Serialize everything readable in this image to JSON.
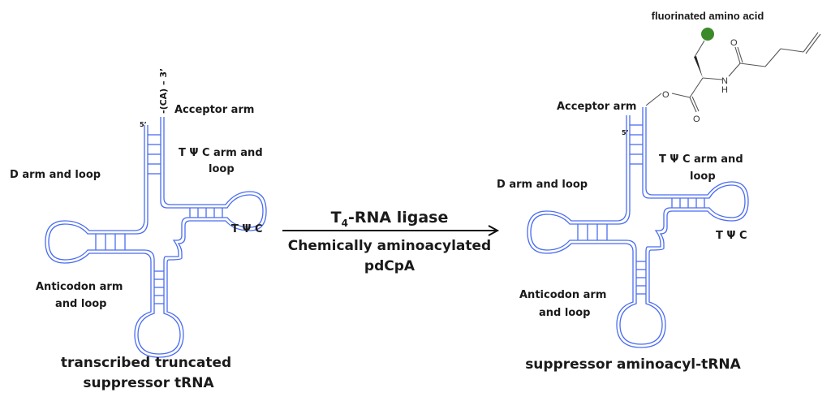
{
  "left_trna": {
    "three_prime_label": "-(CA) – 3’",
    "five_prime_label": "5’",
    "acceptor_arm": "Acceptor arm",
    "tpsic_arm_line1": "T Ψ C arm and",
    "tpsic_arm_line2": "loop",
    "d_arm": "D arm and loop",
    "tpsic_loop": "T Ψ C",
    "anticodon_line1": "Anticodon arm",
    "anticodon_line2": "and loop",
    "caption_line1": "transcribed truncated",
    "caption_line2": "suppressor tRNA"
  },
  "reaction": {
    "enzyme_prefix": "T",
    "enzyme_subscript": "4",
    "enzyme_suffix": "-RNA ligase",
    "reagent_line1": "Chemically aminoacylated",
    "reagent_line2": "pdCpA"
  },
  "right_trna": {
    "amino_acid_label": "fluorinated amino acid",
    "acceptor_arm": "Acceptor arm",
    "five_prime_label": "5’",
    "tpsic_arm_line1": "T Ψ C arm and",
    "tpsic_arm_line2": "loop",
    "d_arm": "D arm and loop",
    "tpsic_loop": "T Ψ C",
    "anticodon_line1": "Anticodon arm",
    "anticodon_line2": "and loop",
    "caption": "suppressor aminoacyl-tRNA",
    "chem_atoms": {
      "o_ester": "O",
      "o_carbonyl": "O",
      "o_amide": "O",
      "n": "N",
      "h": "H"
    },
    "fluorine_marker_color": "#3a8a2a"
  },
  "colors": {
    "rna": "#4a6cf0",
    "text": "#1a1a1a"
  }
}
